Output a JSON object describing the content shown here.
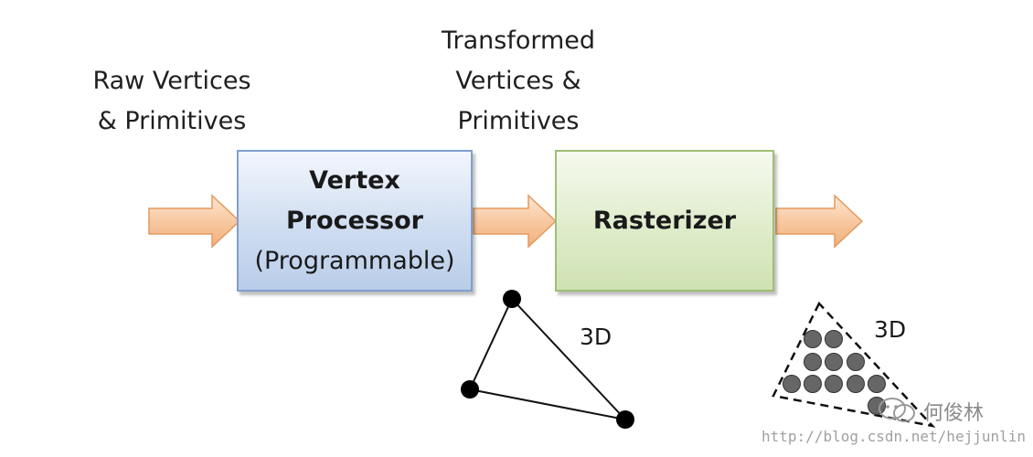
{
  "labels": {
    "raw_line1": "Raw Vertices",
    "raw_line2": "& Primitives",
    "transformed_line1": "Transformed",
    "transformed_line2": "Vertices &",
    "transformed_line3": "Primitives"
  },
  "boxes": {
    "vertex_line1": "Vertex",
    "vertex_line2": "Processor",
    "vertex_line3": "(Programmable)",
    "rasterizer": "Rasterizer"
  },
  "annotations": {
    "triangle_label": "3D",
    "fragments_label": "3D"
  },
  "watermark": {
    "name": "何俊林",
    "url": "http://blog.csdn.net/hejjunlin"
  },
  "colors": {
    "arrow_fill": "#f8c9a2",
    "arrow_stroke": "#e39a5e",
    "vertex_box": "#cfddf1",
    "rasterizer_box": "#dfeccb",
    "fragment_dot": "#666666"
  }
}
